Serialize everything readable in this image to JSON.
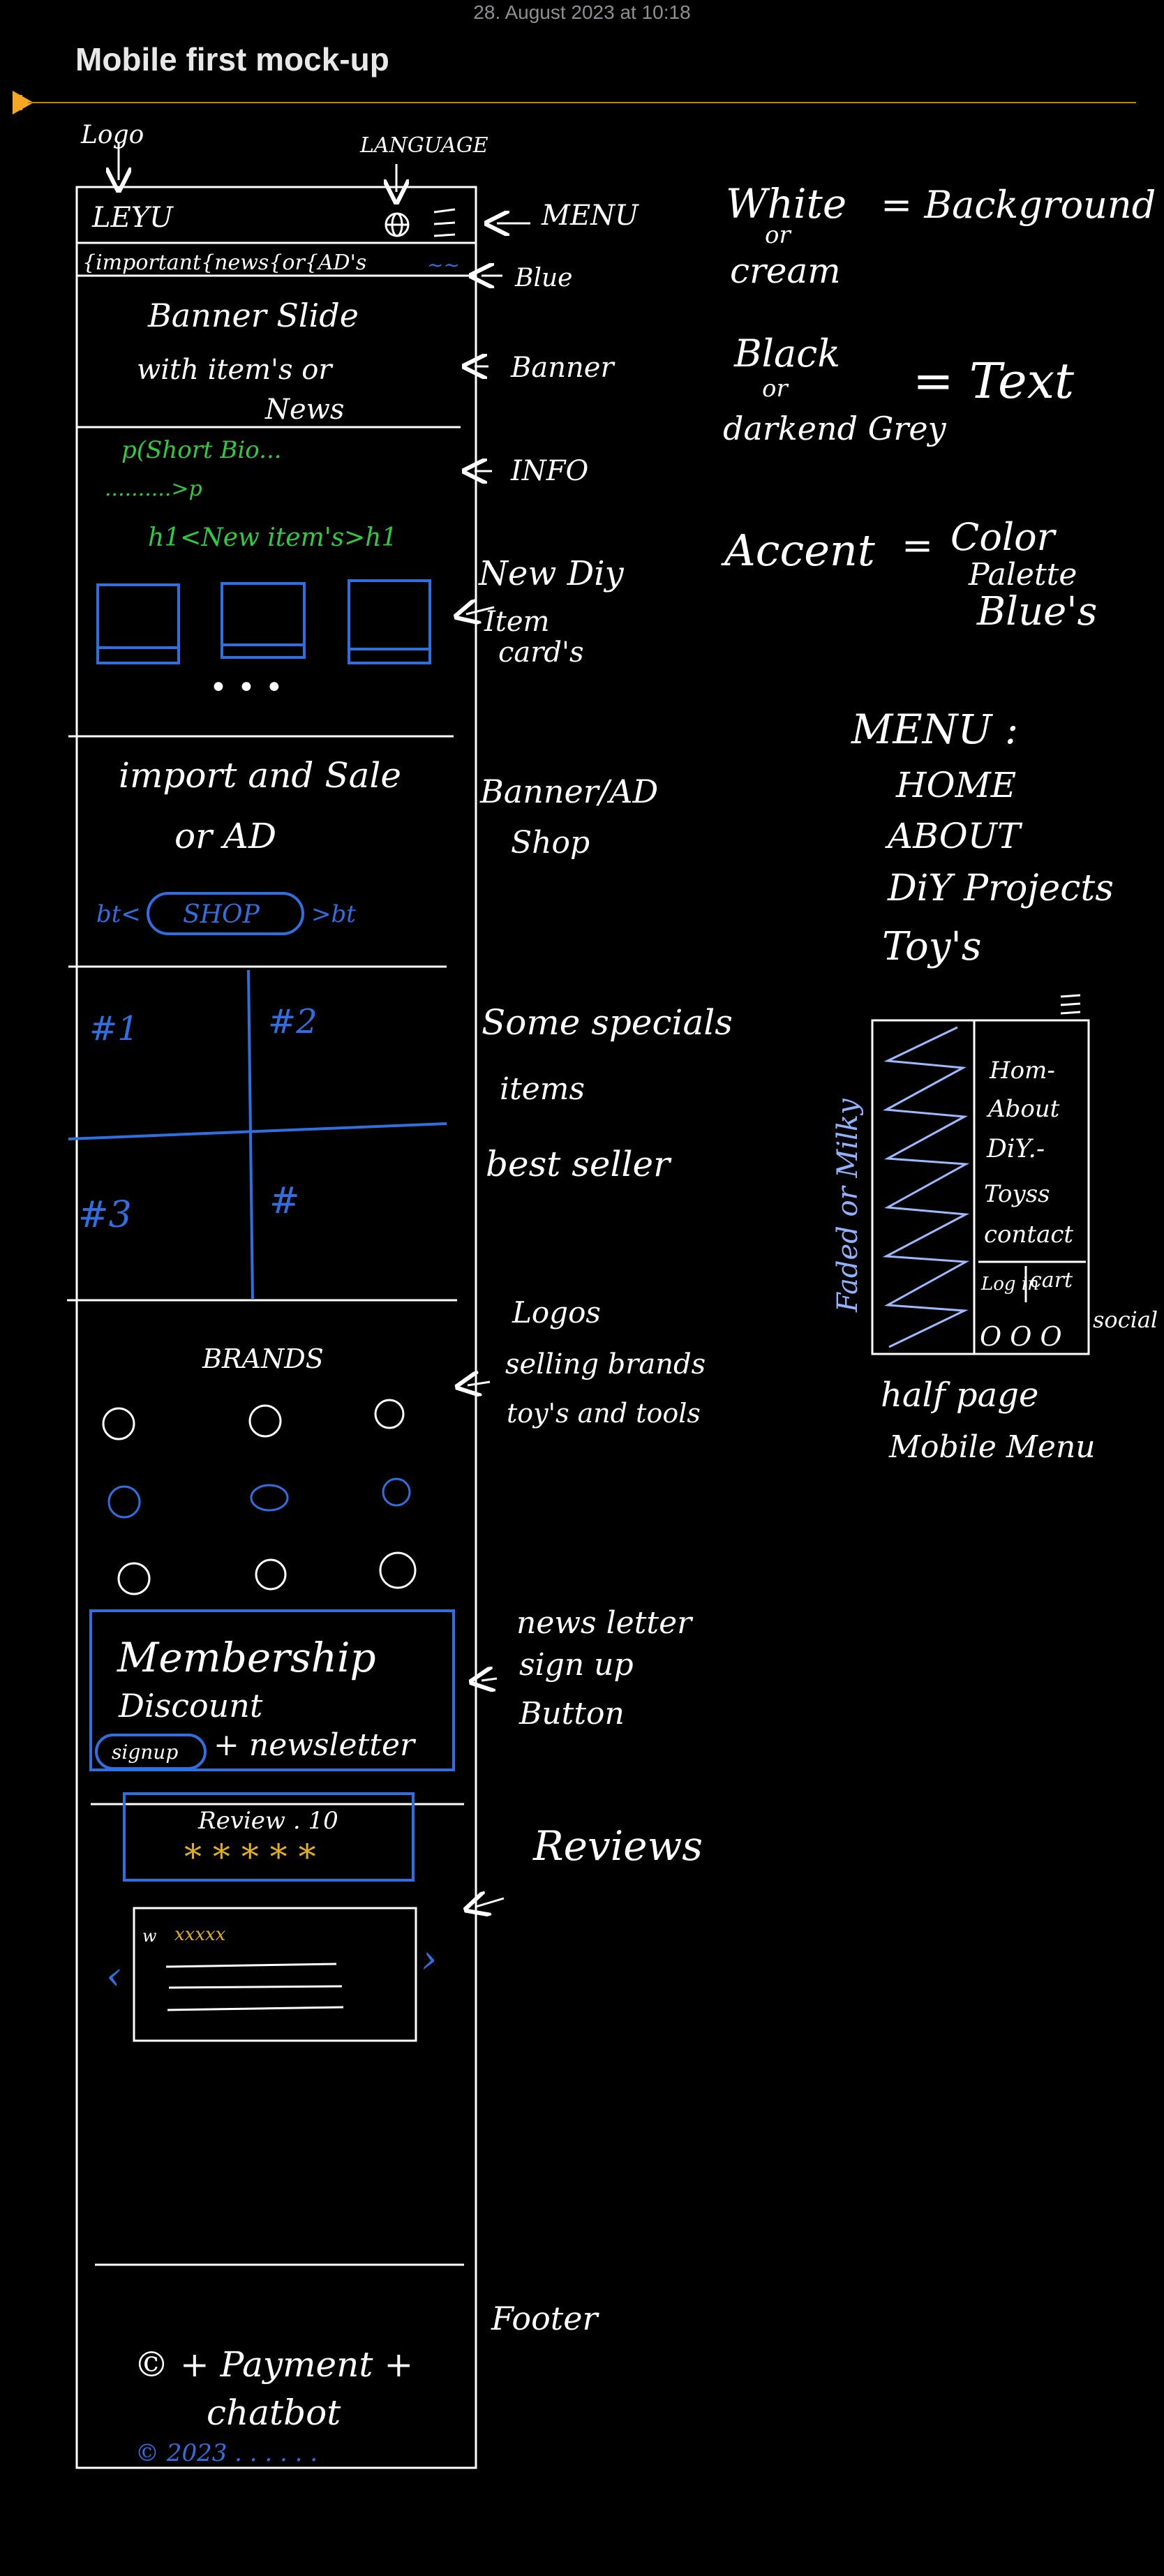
{
  "header": {
    "date": "28. August 2023 at 10:18",
    "title": "Mobile first mock-up"
  },
  "phone": {
    "logo_text": "LEYU",
    "top_bar": "{important{news{or{AD's",
    "banner": [
      "Banner Slide",
      "with item's or",
      "News"
    ],
    "info_bio": "p(Short Bio...",
    "info_p_end": "..........>p",
    "new_items": "h1<New item's>h1",
    "more_dots": "• • •",
    "sale": [
      "import and Sale",
      "or AD"
    ],
    "shop_button": "SHOP",
    "bt_left": "bt<",
    "bt_right": ">bt",
    "grid": [
      "#1",
      "#2",
      "#3",
      "#"
    ],
    "brands_title": "BRANDS",
    "membership": [
      "Membership",
      "Discount"
    ],
    "signup_button": "signup",
    "plus_newsletter": "+ newsletter",
    "review_title": "Review . 10",
    "review_stars": "* * * * *",
    "review_card_stars": "xxxxx",
    "footer_text": [
      "© + Payment +",
      "chatbot"
    ],
    "footer_copyright": "© 2023 . . . . . ."
  },
  "annotations": {
    "logo": "Logo",
    "language": "LANGUAGE",
    "menu": "MENU",
    "blue": "Blue",
    "banner": "Banner",
    "info": "INFO",
    "new_diy": "New Diy",
    "item_cards": [
      "Item",
      "card's"
    ],
    "banner_ad": [
      "Banner/AD",
      "Shop"
    ],
    "specials": [
      "Some specials",
      "items",
      "best seller"
    ],
    "logos": [
      "Logos",
      "selling brands",
      "toy's and tools"
    ],
    "newsletter": [
      "news letter",
      "sign up",
      "Button"
    ],
    "reviews": "Reviews",
    "footer": "Footer"
  },
  "legend": {
    "white": "White",
    "or1": "or",
    "cream": "cream",
    "eq_background": "= Background",
    "black": "Black",
    "or2": "or",
    "dark_grey": "darkend Grey",
    "eq_text": "= Text",
    "accent": "Accent",
    "eq": "=",
    "color": "Color",
    "palette": "Palette",
    "blues": "Blue's"
  },
  "menu_list": {
    "heading": "MENU :",
    "items": [
      "HOME",
      "ABOUT",
      "DiY Projects",
      "Toy's"
    ]
  },
  "mobile_menu": {
    "faded_label": "Faded or Milky",
    "items": [
      "Hom-",
      "About",
      "DiY.-",
      "Toyss",
      "contact"
    ],
    "login": "Log in",
    "cart": "cart",
    "social_dots": "O O O",
    "social": "social",
    "caption": [
      "half page",
      "Mobile Menu"
    ]
  },
  "colors": {
    "blue": "#2f6fe0",
    "green": "#2ecc40",
    "yellow": "#e0b020",
    "rule": "#b8860b",
    "marker": "#f5a623"
  }
}
